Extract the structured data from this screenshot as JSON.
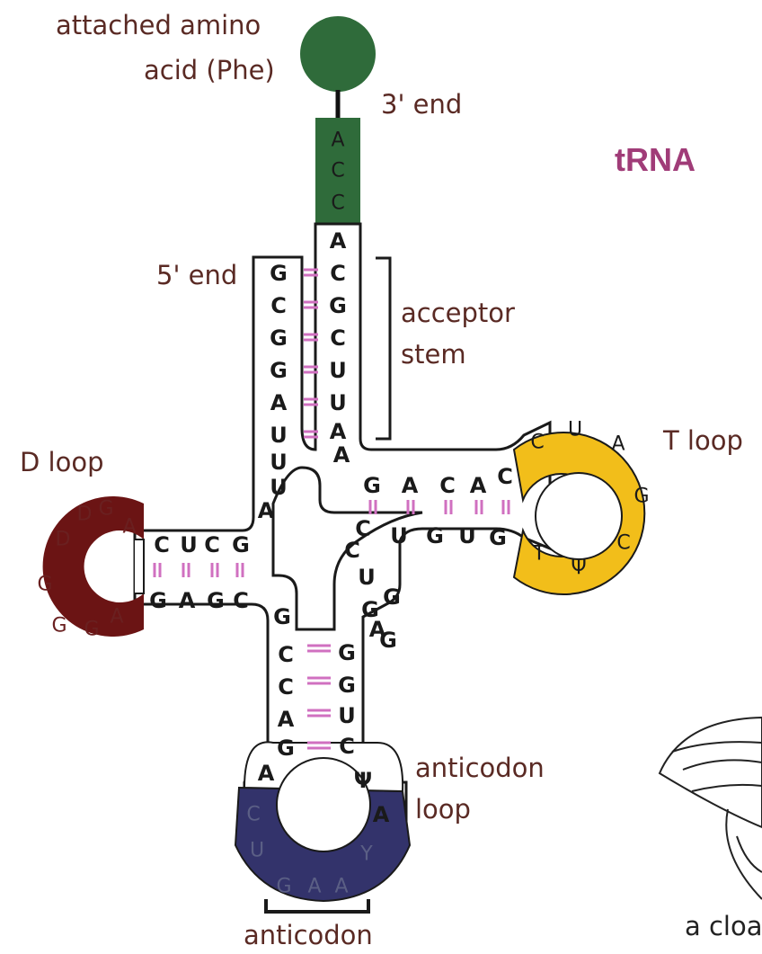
{
  "title": "tRNA",
  "labels": {
    "amino_acid_line1": "attached amino",
    "amino_acid_line2": "acid (Phe)",
    "three_prime_end": "3' end",
    "five_prime_end": "5' end",
    "acceptor_stem_line1": "acceptor",
    "acceptor_stem_line2": "stem",
    "d_loop": "D loop",
    "t_loop": "T loop",
    "anticodon_loop_line1": "anticodon",
    "anticodon_loop_line2": "loop",
    "anticodon": "anticodon",
    "partial_caption": "a cloa"
  },
  "colors": {
    "amino_acid": "#2f6b3a",
    "acc_tail": "#2f6b3a",
    "d_loop": "#6b1414",
    "t_loop": "#f2be1a",
    "anticodon_loop": "#33336b",
    "base_pairs": "#d070c0",
    "label_text": "#5a2a24",
    "title": "#a03c78"
  },
  "sequences": {
    "acc_tail": [
      "A",
      "C",
      "C"
    ],
    "acceptor_3prime": [
      "A",
      "C",
      "G",
      "C",
      "U",
      "U",
      "A",
      "A"
    ],
    "acceptor_5prime": [
      "G",
      "C",
      "G",
      "G",
      "A",
      "U",
      "U",
      "U",
      "A"
    ],
    "t_stem_top": [
      "G",
      "A",
      "C",
      "A",
      "C"
    ],
    "t_stem_bottom": [
      "C",
      "U",
      "G",
      "U",
      "G"
    ],
    "t_loop": [
      "C",
      "U",
      "A",
      "G",
      "C",
      "Ψ",
      "T"
    ],
    "d_stem_top": [
      "C",
      "U",
      "C",
      "G"
    ],
    "d_stem_bottom": [
      "G",
      "A",
      "G",
      "C"
    ],
    "d_loop": [
      "A",
      "G",
      "D",
      "D",
      "G",
      "G",
      "G",
      "A"
    ],
    "anticodon_stem_left": [
      "G",
      "C",
      "C",
      "A",
      "G",
      "A"
    ],
    "anticodon_stem_right": [
      "G",
      "G",
      "U",
      "C",
      "Ψ",
      "A"
    ],
    "variable": [
      "C",
      "U",
      "G",
      "G",
      "A",
      "G"
    ],
    "anticodon_loop": [
      "C",
      "U",
      "G",
      "A",
      "A",
      "Y"
    ]
  }
}
